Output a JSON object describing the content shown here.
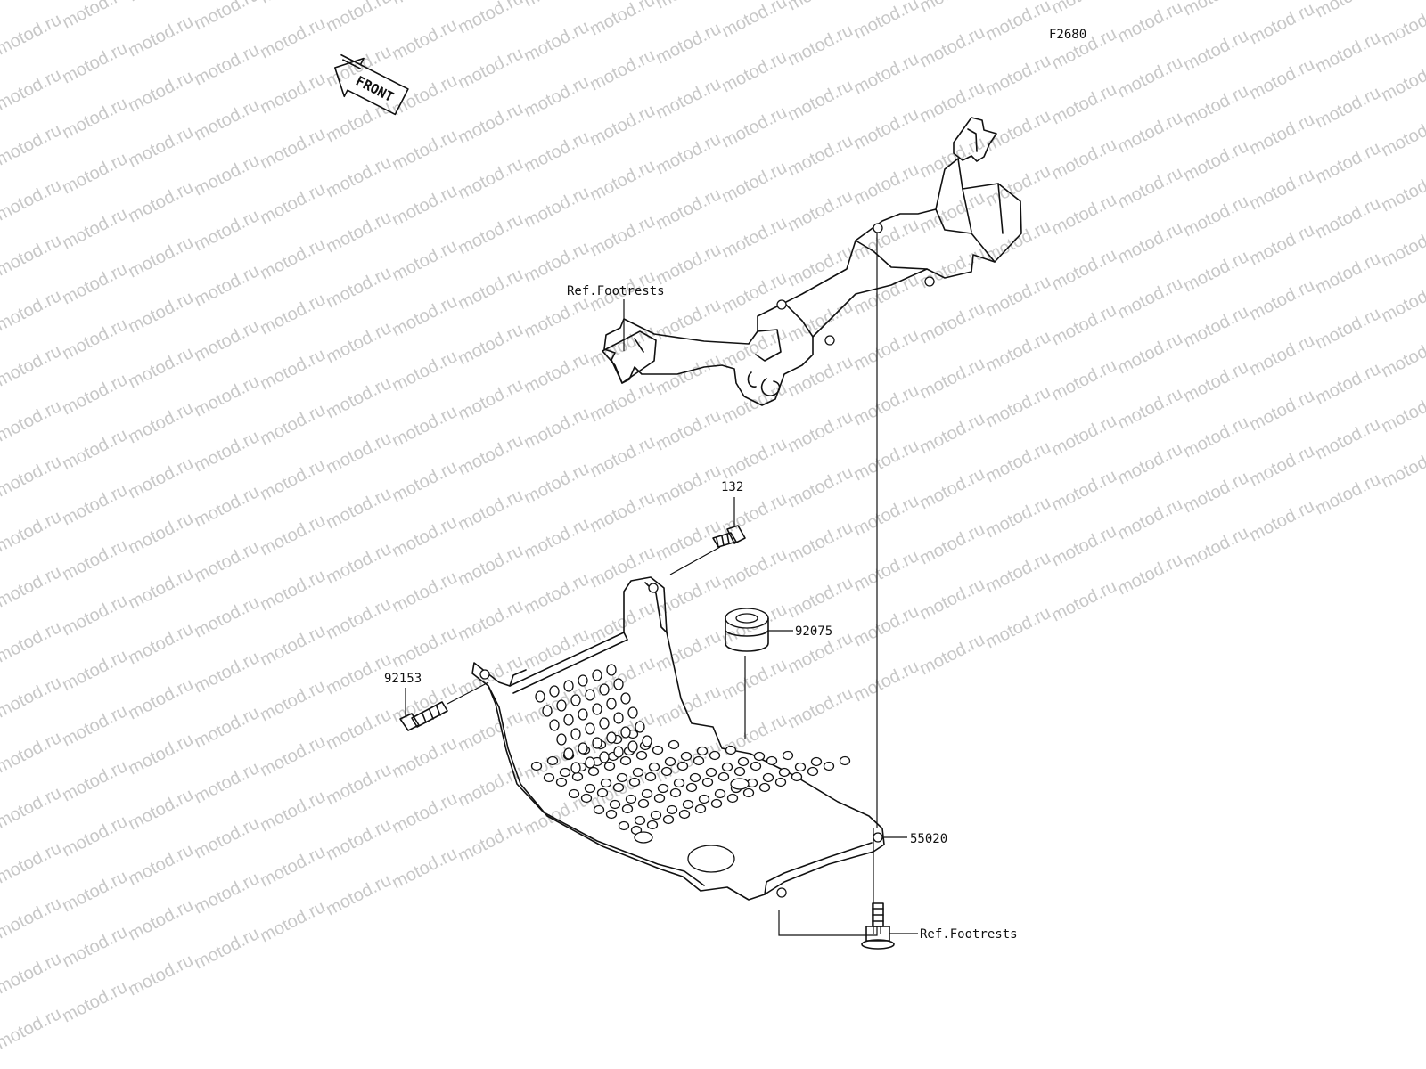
{
  "diagram_id": "F2680",
  "front_label": "FRONT",
  "watermark": "motod.ru",
  "callouts": {
    "ref_footrests_top": "Ref.Footrests",
    "ref_footrests_bottom": "Ref.Footrests",
    "bolt_132": "132",
    "damper_92075": "92075",
    "bolt_92153": "92153",
    "guard_55020": "55020"
  }
}
